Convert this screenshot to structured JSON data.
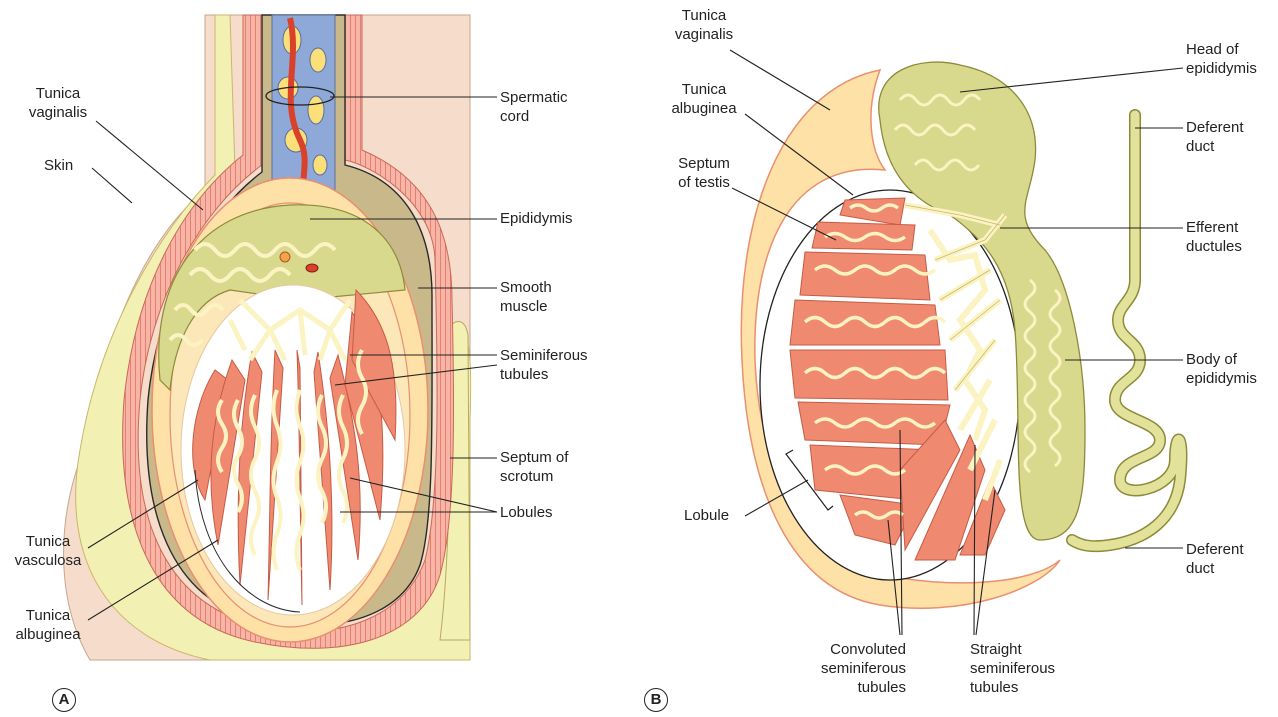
{
  "panel_a": {
    "letter": "A",
    "labels": {
      "tunica_vaginalis": "Tunica\nvaginalis",
      "skin": "Skin",
      "spermatic_cord": "Spermatic\ncord",
      "epididymis": "Epididymis",
      "smooth_muscle": "Smooth\nmuscle",
      "seminiferous_tubules": "Seminiferous\ntubules",
      "septum_of_scrotum": "Septum of\nscrotum",
      "lobules": "Lobules",
      "tunica_vasculosa": "Tunica\nvasculosa",
      "tunica_albuginea": "Tunica\nalbuginea"
    }
  },
  "panel_b": {
    "letter": "B",
    "labels": {
      "tunica_vaginalis": "Tunica\nvaginalis",
      "tunica_albuginea": "Tunica\nalbuginea",
      "septum_of_testis": "Septum\nof testis",
      "head_of_epididymis": "Head of\nepididymis",
      "deferent_duct_top": "Deferent\nduct",
      "efferent_ductules": "Efferent\nductules",
      "body_of_epididymis": "Body of\nepididymis",
      "lobule": "Lobule",
      "deferent_duct_bottom": "Deferent\nduct",
      "convoluted_seminiferous_tubules": "Convoluted\nseminiferous\ntubules",
      "straight_seminiferous_tubules": "Straight\nseminiferous\ntubules"
    }
  },
  "colors": {
    "skin_tissue": "#f5dccb",
    "dartos_yellow": "#f3f0b4",
    "muscle_pink": "#f2a697",
    "vaginalis_peach": "#fde1a6",
    "epididymis_olive": "#d9d98e",
    "lobule_salmon": "#ef8a70",
    "tubule_cream": "#fbf3c2",
    "vein_blue": "#8ea8d8",
    "artery_red": "#d9412b",
    "outline": "#2a2a2a"
  }
}
